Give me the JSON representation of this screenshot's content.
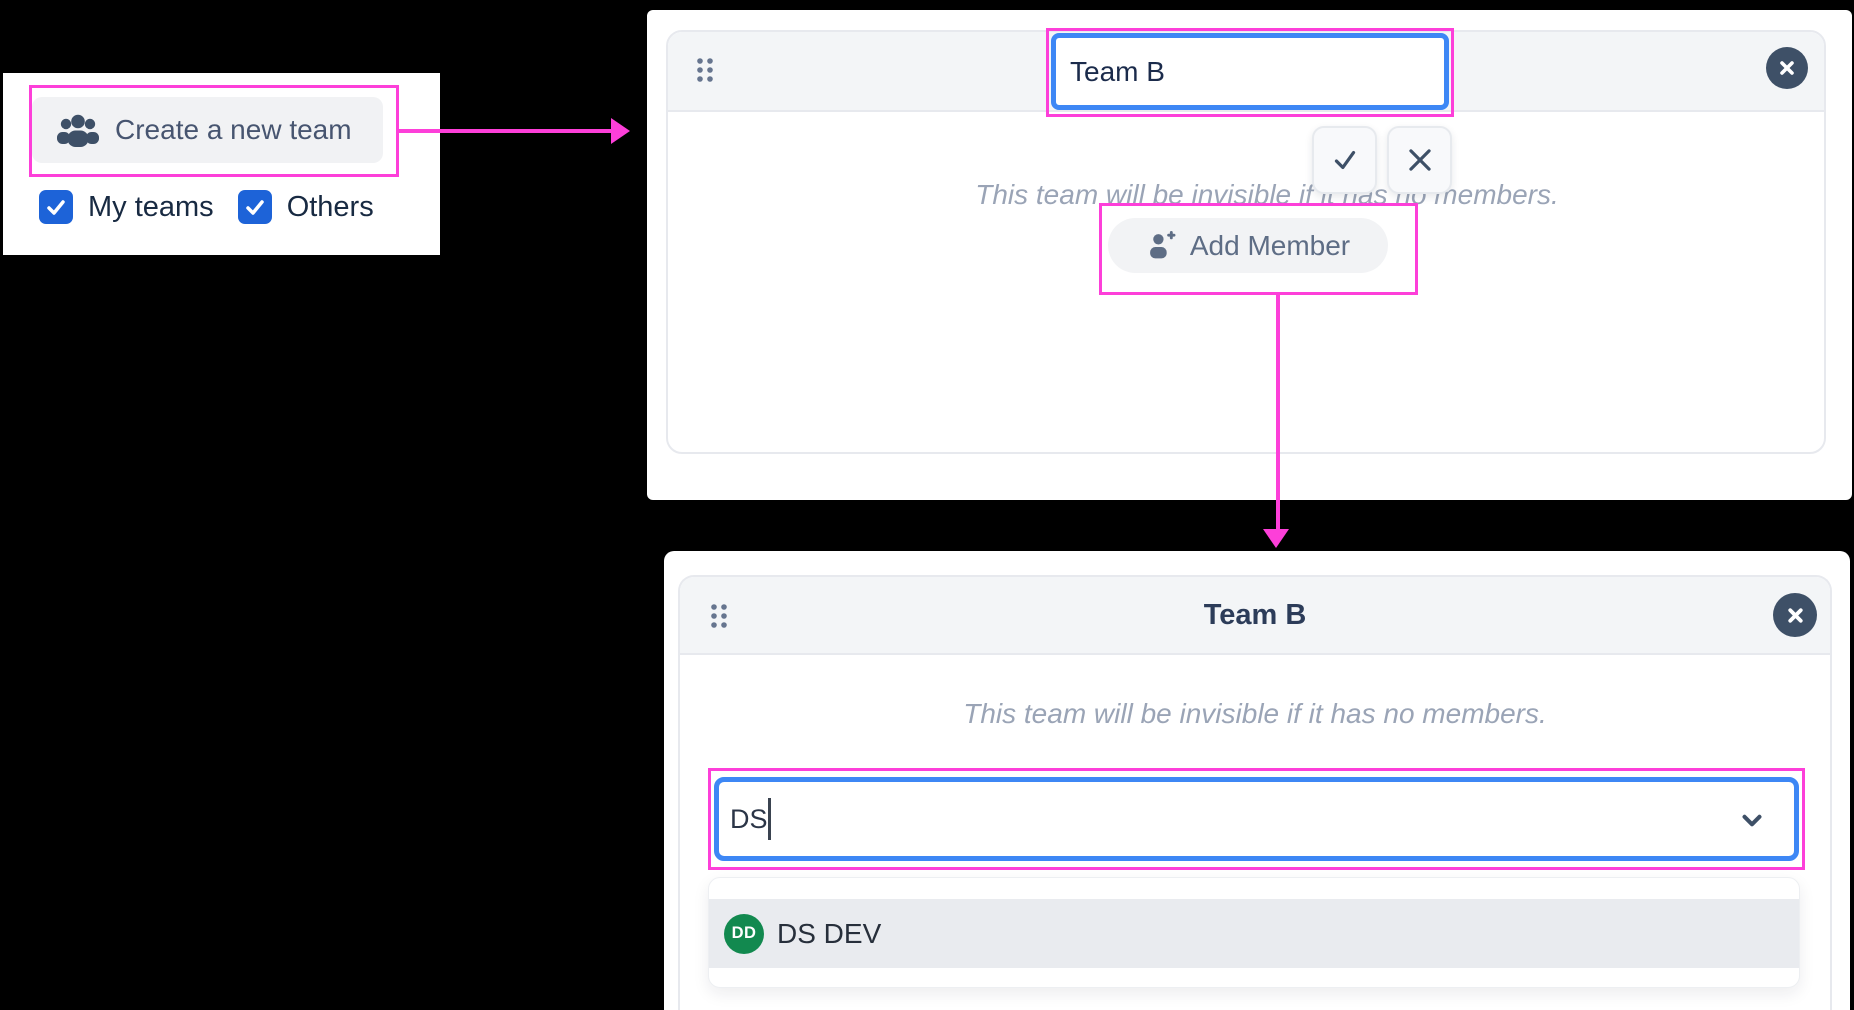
{
  "colors": {
    "highlight_pink": "#fd3fd9",
    "focus_blue": "#3d87f5",
    "checkbox_blue": "#1d63d8",
    "avatar_green": "#12894f",
    "slate_icon": "#3e5067",
    "header_gray": "#f3f5f7"
  },
  "icons": {
    "users": "users-icon",
    "user_plus": "user-plus-icon",
    "check": "check-icon",
    "cancel_x": "x-icon",
    "close": "close-icon",
    "drag": "drag-handle-icon",
    "chevron": "chevron-down-icon",
    "checkbox_check": "checkbox-check-icon"
  },
  "teams_panel": {
    "create_button_label": "Create a new team",
    "filters": [
      {
        "label": "My teams",
        "checked": true
      },
      {
        "label": "Others",
        "checked": true
      }
    ]
  },
  "team_editor": {
    "name_input_value": "Team B",
    "hint": "This team will be invisible if it has no members.",
    "add_member_label": "Add Member"
  },
  "member_picker": {
    "title": "Team B",
    "hint": "This team will be invisible if it has no members.",
    "search_value": "DS",
    "options": [
      {
        "initials": "DD",
        "name": "DS DEV"
      }
    ]
  }
}
